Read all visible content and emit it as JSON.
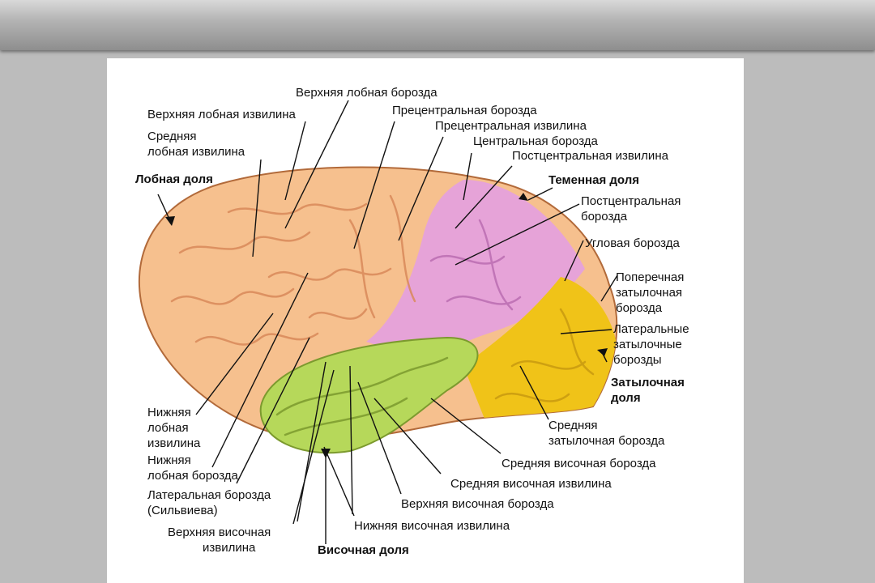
{
  "labels": {
    "superior_frontal_sulcus": "Верхняя лобная борозда",
    "superior_frontal_gyrus": "Верхняя лобная извилина",
    "precentral_sulcus": "Прецентральная борозда",
    "precentral_gyrus": "Прецентральная извилина",
    "middle_frontal_gyrus_1": "Средняя",
    "middle_frontal_gyrus_2": "лобная извилина",
    "central_sulcus": "Центральная борозда",
    "postcentral_gyrus": "Постцентральная извилина",
    "frontal_lobe": "Лобная доля",
    "parietal_lobe": "Теменная доля",
    "postcentral_sulcus_1": "Постцентральная",
    "postcentral_sulcus_2": "борозда",
    "angular_sulcus": "Угловая борозда",
    "transverse_occipital_sulcus_1": "Поперечная",
    "transverse_occipital_sulcus_2": "затылочная",
    "transverse_occipital_sulcus_3": "борозда",
    "lateral_occipital_sulci_1": "Латеральные",
    "lateral_occipital_sulci_2": "затылочные",
    "lateral_occipital_sulci_3": "борозды",
    "occipital_lobe_1": "Затылочная",
    "occipital_lobe_2": "доля",
    "inferior_frontal_gyrus_1": "Нижняя",
    "inferior_frontal_gyrus_2": "лобная",
    "inferior_frontal_gyrus_3": "извилина",
    "inferior_frontal_sulcus_1": "Нижняя",
    "inferior_frontal_sulcus_2": "лобная борозда",
    "middle_occipital_sulcus_1": "Средняя",
    "middle_occipital_sulcus_2": "затылочная борозда",
    "middle_temporal_sulcus": "Средняя височная борозда",
    "lateral_sulcus_1": "Латеральная борозда",
    "lateral_sulcus_2": "(Сильвиева)",
    "middle_temporal_gyrus": "Средняя височная извилина",
    "superior_temporal_sulcus": "Верхняя височная борозда",
    "superior_temporal_gyrus_1": "Верхняя височная",
    "superior_temporal_gyrus_2": "извилина",
    "inferior_temporal_gyrus": "Нижняя височная извилина",
    "temporal_lobe": "Височная доля"
  },
  "colors": {
    "frontal": "#f6c08e",
    "parietal": "#e6a3d8",
    "occipital": "#f0c318",
    "temporal": "#b6d85a",
    "outline": "#b26a3a"
  }
}
